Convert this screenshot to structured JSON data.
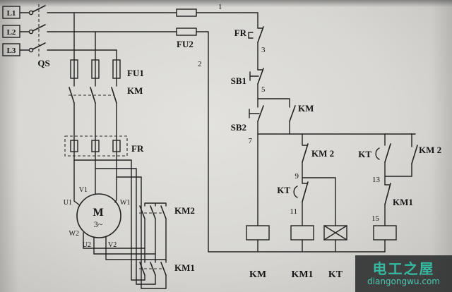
{
  "watermark": {
    "title": "电工之屋",
    "site": "diangongwu.com"
  },
  "power": {
    "phase_labels": [
      "L1",
      "L2",
      "L3"
    ],
    "qs_label": "QS",
    "fu1_label": "FU1",
    "km_label": "KM",
    "fr_label": "FR",
    "km2_label": "KM2",
    "km1_label": "KM1",
    "motor": {
      "letter": "M",
      "phases": "3~",
      "t_u1": "U1",
      "t_v1": "V1",
      "t_w1": "W1",
      "t_u2": "U2",
      "t_v2": "V2",
      "t_w2": "W2"
    }
  },
  "control": {
    "fu2_label": "FU2",
    "wire_numbers": {
      "n1": "1",
      "n2": "2",
      "n3": "3",
      "n5": "5",
      "n7": "7",
      "n9": "9",
      "n11": "11",
      "n13": "13",
      "n15": "15"
    },
    "fr_contact": "FR",
    "sb1_label": "SB1",
    "sb2_label": "SB2",
    "km_aux_label": "KM",
    "km2_nc_label": "KM 2",
    "kt_nc_label": "KT",
    "kt_no_label": "KT",
    "km1_nc_label": "KM1",
    "km2_no_label": "KM 2",
    "coil_km": "KM",
    "coil_km1": "KM1",
    "coil_kt": "KT"
  }
}
